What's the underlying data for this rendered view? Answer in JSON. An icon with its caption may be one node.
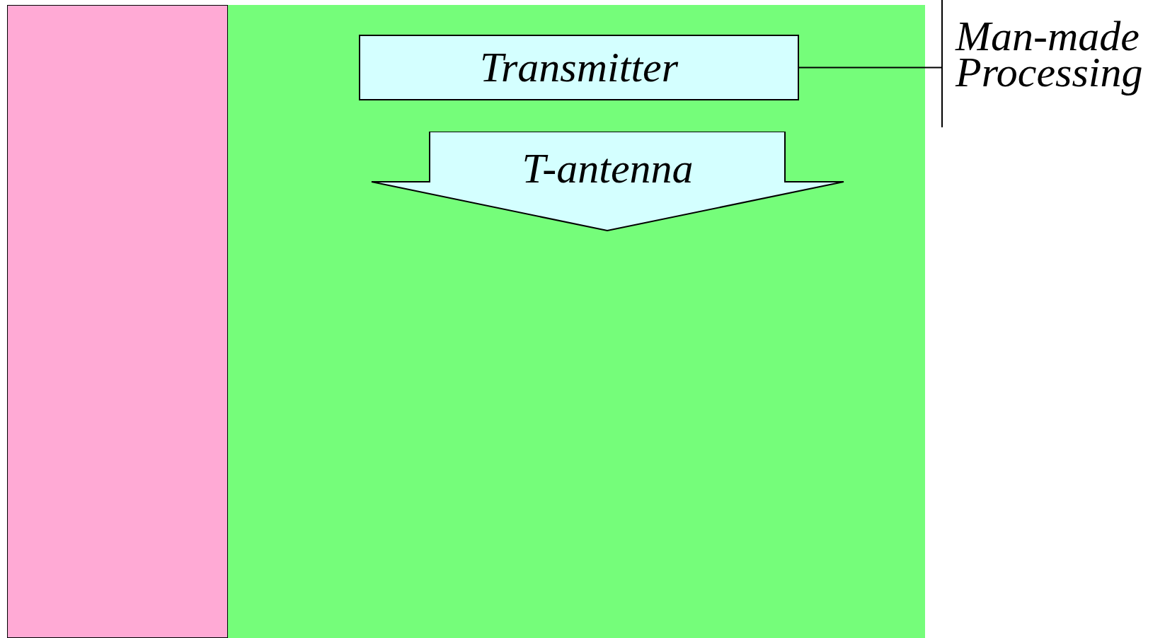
{
  "diagram": {
    "nodes": [
      {
        "text": [],
        "shape": "box"
      },
      {
        "text": [],
        "shape": "box"
      },
      {
        "text": [
          "Transmitter"
        ],
        "in": 1
      },
      {
        "text": [
          "T-antenna"
        ],
        "in": 1
      },
      {
        "text": [
          "Man-made Processing"
        ]
      }
    ],
    "edges": [
      {
        "from": 2,
        "to": 4,
        "arrow": "none"
      }
    ]
  }
}
